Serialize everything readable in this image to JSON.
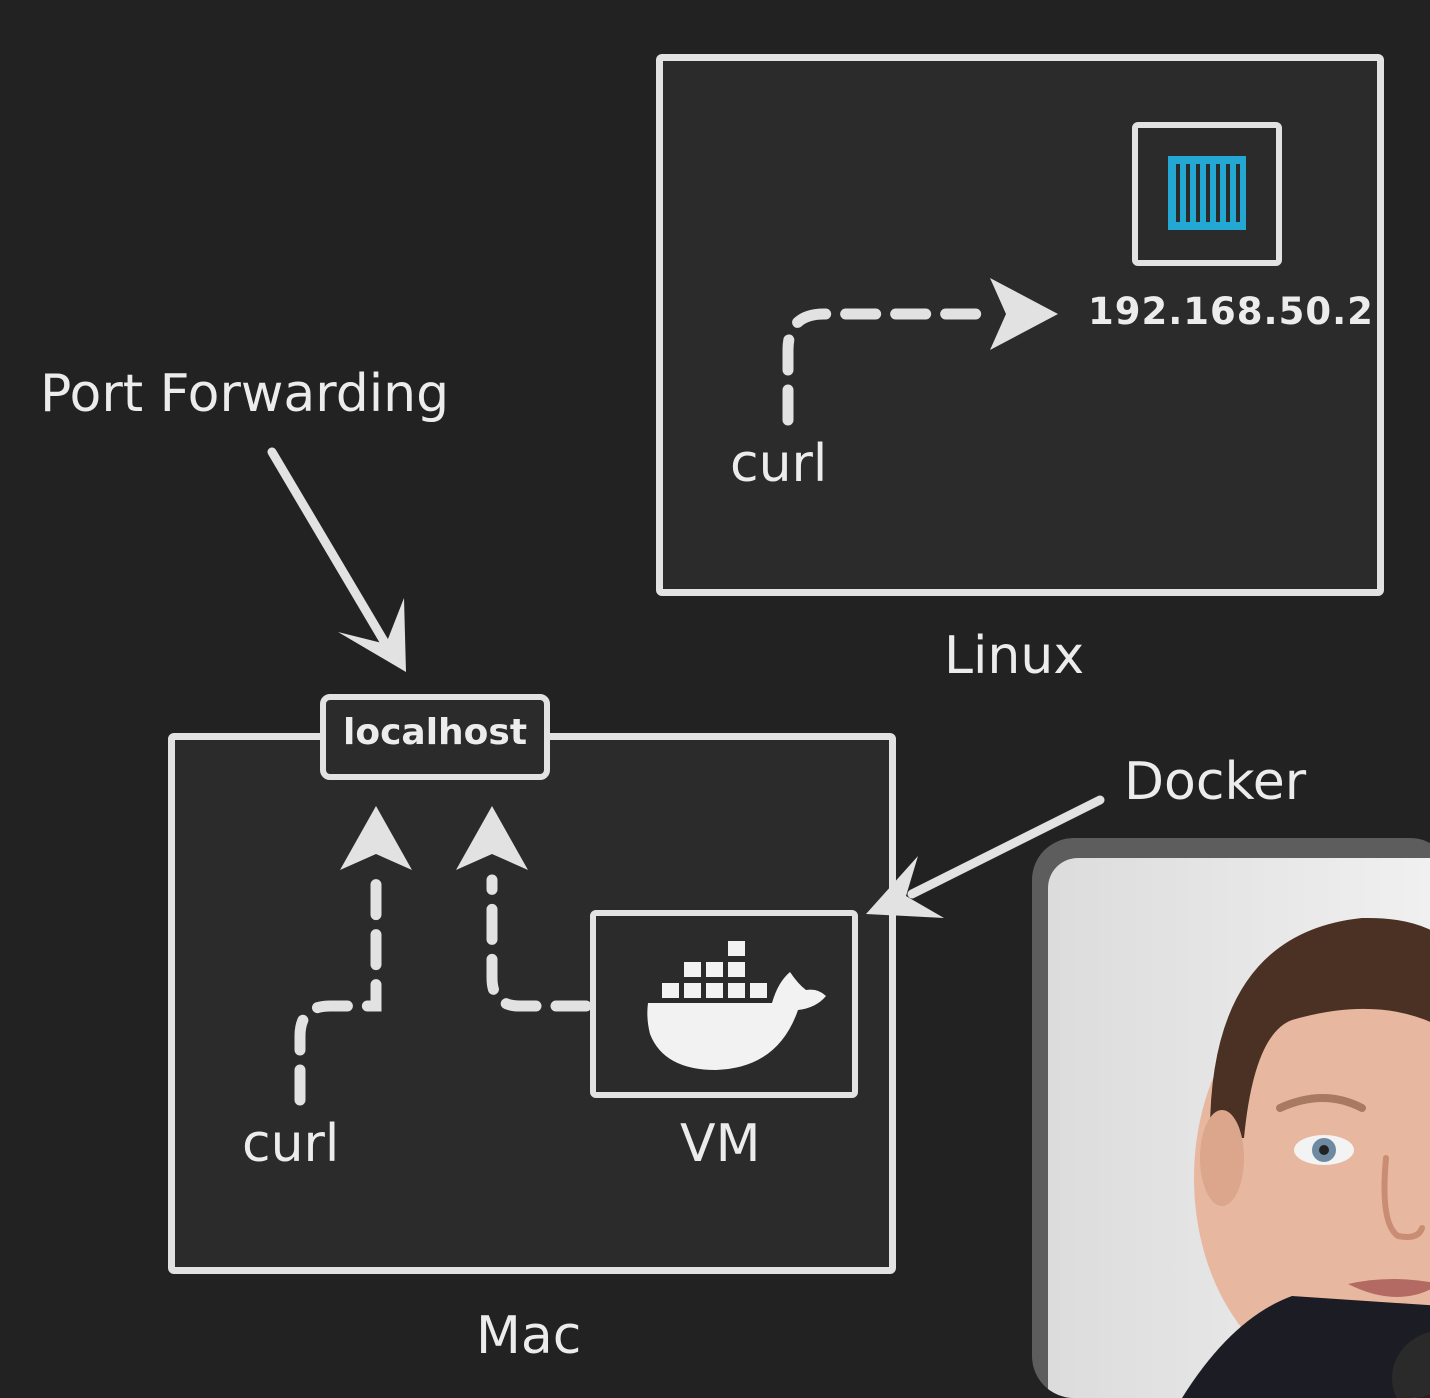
{
  "linux": {
    "label": "Linux",
    "command": "curl",
    "ip_address": "192.168.50.2",
    "container_icon": "container-icon",
    "container_color": "#23a8d4"
  },
  "mac": {
    "label": "Mac",
    "command": "curl",
    "host_label": "localhost",
    "vm_label": "VM",
    "vm_icon": "docker-whale-icon"
  },
  "annotations": {
    "port_forwarding": "Port Forwarding",
    "docker": "Docker"
  },
  "colors": {
    "background": "#222222",
    "box_fill": "#2b2b2b",
    "stroke": "#e2e2e2",
    "text": "#ececec"
  }
}
